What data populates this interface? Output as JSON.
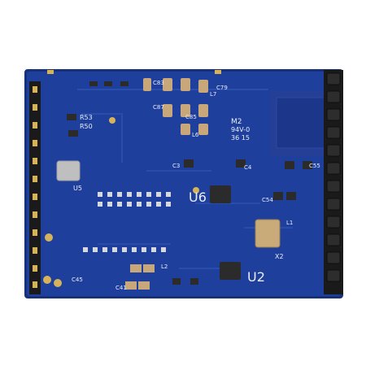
{
  "photo": {
    "subject": "rf-module-pcb",
    "colors": {
      "background": "#ffffff",
      "board": "#1f3f9c",
      "board_edge": "#17307c",
      "silkscreen": "#e9eef8",
      "gold": "#d6b35a",
      "pin_black": "#202020",
      "component_dark": "#2b2b2b",
      "capacitor_tan": "#c8a77a"
    },
    "silkscreen_labels": {
      "c83": "C83",
      "c87": "C87",
      "c85": "C85",
      "c79": "C79",
      "l7": "L7",
      "l6": "L6",
      "r53": "R53",
      "r50": "R50",
      "u5": "U5",
      "u6": "U6",
      "u2": "U2",
      "m2": "M2",
      "rating": "94V-0",
      "date_code": "36 15",
      "c3": "C3",
      "c4": "C4",
      "c54": "C54",
      "c55": "C55",
      "x2": "X2",
      "l2": "L2",
      "c41": "C41",
      "c45": "C45",
      "l1": "L1"
    }
  }
}
